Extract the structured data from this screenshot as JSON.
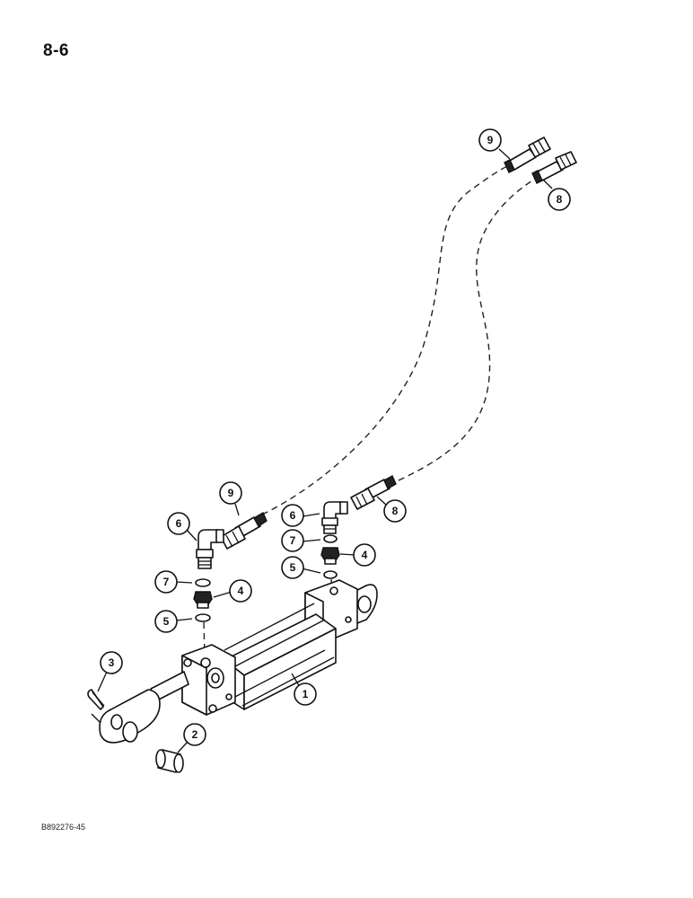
{
  "page": {
    "page_number": "8-6",
    "figure_code": "B892276-45"
  },
  "callouts": [
    {
      "id": "c9-top",
      "label": "9"
    },
    {
      "id": "c8-top",
      "label": "8"
    },
    {
      "id": "c9-mid",
      "label": "9"
    },
    {
      "id": "c8-mid",
      "label": "8"
    },
    {
      "id": "c6-left",
      "label": "6"
    },
    {
      "id": "c6-right",
      "label": "6"
    },
    {
      "id": "c7-right",
      "label": "7"
    },
    {
      "id": "c4-right",
      "label": "4"
    },
    {
      "id": "c5-right",
      "label": "5"
    },
    {
      "id": "c7-left",
      "label": "7"
    },
    {
      "id": "c4-left",
      "label": "4"
    },
    {
      "id": "c5-left",
      "label": "5"
    },
    {
      "id": "c3",
      "label": "3"
    },
    {
      "id": "c1",
      "label": "1"
    },
    {
      "id": "c2",
      "label": "2"
    }
  ]
}
